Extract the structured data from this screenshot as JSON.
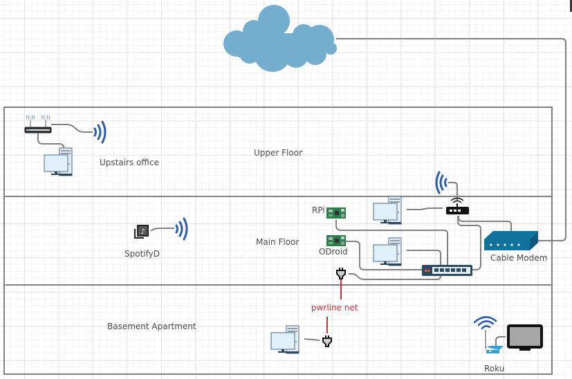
{
  "diagram": {
    "title": "Home network",
    "floors": [
      {
        "name": "Upper Floor"
      },
      {
        "name": "Main Floor"
      },
      {
        "name": "Basement Apartment"
      }
    ],
    "labels": {
      "upstairs_office": "Upstairs office",
      "spotifyd": "SpotifyD",
      "rpi": "RPi",
      "odroid": "ODroid",
      "cable_modem": "Cable Modem",
      "pwrline_net": "pwrline net",
      "roku": "Roku"
    },
    "nodes": [
      {
        "id": "internet",
        "icon": "cloud-icon"
      },
      {
        "id": "cable-modem",
        "icon": "modem-icon",
        "label": "Cable Modem"
      },
      {
        "id": "main-router",
        "icon": "router-icon"
      },
      {
        "id": "main-wifi",
        "icon": "wifi-icon"
      },
      {
        "id": "main-switch",
        "icon": "switch-icon"
      },
      {
        "id": "main-pc-1",
        "icon": "desktop-icon"
      },
      {
        "id": "main-pc-2",
        "icon": "desktop-icon"
      },
      {
        "id": "rpi",
        "icon": "board-icon",
        "label": "RPi"
      },
      {
        "id": "odroid",
        "icon": "board-icon",
        "label": "ODroid"
      },
      {
        "id": "powerline-main",
        "icon": "plug-icon"
      },
      {
        "id": "powerline-basement",
        "icon": "plug-icon"
      },
      {
        "id": "basement-pc",
        "icon": "desktop-icon"
      },
      {
        "id": "roku",
        "icon": "roku-icon",
        "label": "Roku"
      },
      {
        "id": "tv",
        "icon": "tv-icon"
      },
      {
        "id": "upstairs-router",
        "icon": "router-icon"
      },
      {
        "id": "upstairs-pc",
        "icon": "desktop-icon",
        "label": "Upstairs office"
      },
      {
        "id": "spotifyd",
        "icon": "music-library-icon",
        "label": "SpotifyD"
      }
    ],
    "colors": {
      "cloud": "#74aece",
      "modem": "#10739e",
      "wireless": "#2a5bae",
      "powerline": "#c8303b",
      "wire": "#808080",
      "border": "#808080"
    }
  }
}
